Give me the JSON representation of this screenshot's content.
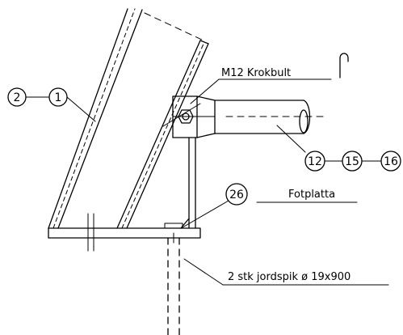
{
  "labels": {
    "hook_bolt": "M12 Krokbult",
    "foot_plate": "Fotplatta",
    "ground_spikes": "2 stk jordspik ø 19x900"
  },
  "bubbles": {
    "b2": "2",
    "b1": "1",
    "b12": "12",
    "b15": "15",
    "b16": "16",
    "b26": "26"
  }
}
